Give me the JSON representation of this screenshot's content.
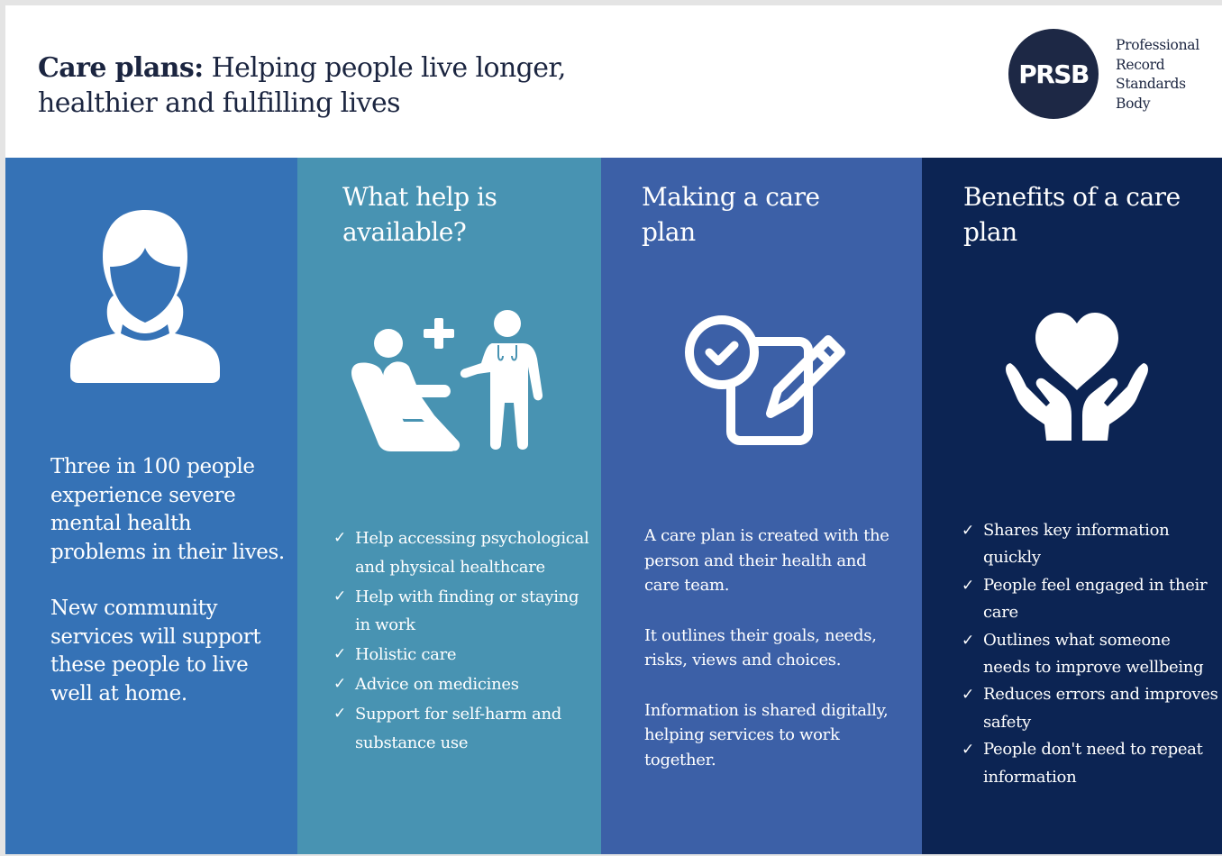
{
  "header": {
    "title_bold": "Care plans:",
    "title_rest": " Helping people live longer, healthier and fulfilling lives",
    "logo_text": "PRSB",
    "org_name_lines": [
      "Professional",
      "Record",
      "Standards",
      "Body"
    ]
  },
  "colors": {
    "col1": "#3572b6",
    "col2": "#4893b2",
    "col3": "#3c60a7",
    "col4": "#0c2453",
    "logo": "#1d2845",
    "title_text": "#1b2540"
  },
  "columns": [
    {
      "icon": "woman-person-icon",
      "paragraphs": [
        "Three in 100 people experience severe mental health problems in their lives.",
        "New community services will support these people to live well at home."
      ]
    },
    {
      "title": "What help is available?",
      "icon": "patient-and-doctor-icon",
      "items": [
        "Help accessing psychological and physical healthcare",
        "Help with finding or staying in work",
        "Holistic care",
        "Advice on medicines",
        "Support for self-harm and substance use"
      ]
    },
    {
      "title": "Making a care plan",
      "icon": "checked-form-pencil-icon",
      "paragraphs": [
        "A care plan is created with the person and their health and care team.",
        "It outlines their goals, needs, risks, views and choices.",
        "Information is shared digitally, helping services to work together."
      ]
    },
    {
      "title": "Benefits of a care plan",
      "icon": "hands-holding-heart-icon",
      "items": [
        "Shares key information quickly",
        "People feel engaged in their care",
        "Outlines what someone needs to improve wellbeing",
        "Reduces errors and improves safety",
        "People don't need to repeat information"
      ]
    }
  ],
  "check_glyph": "✓"
}
